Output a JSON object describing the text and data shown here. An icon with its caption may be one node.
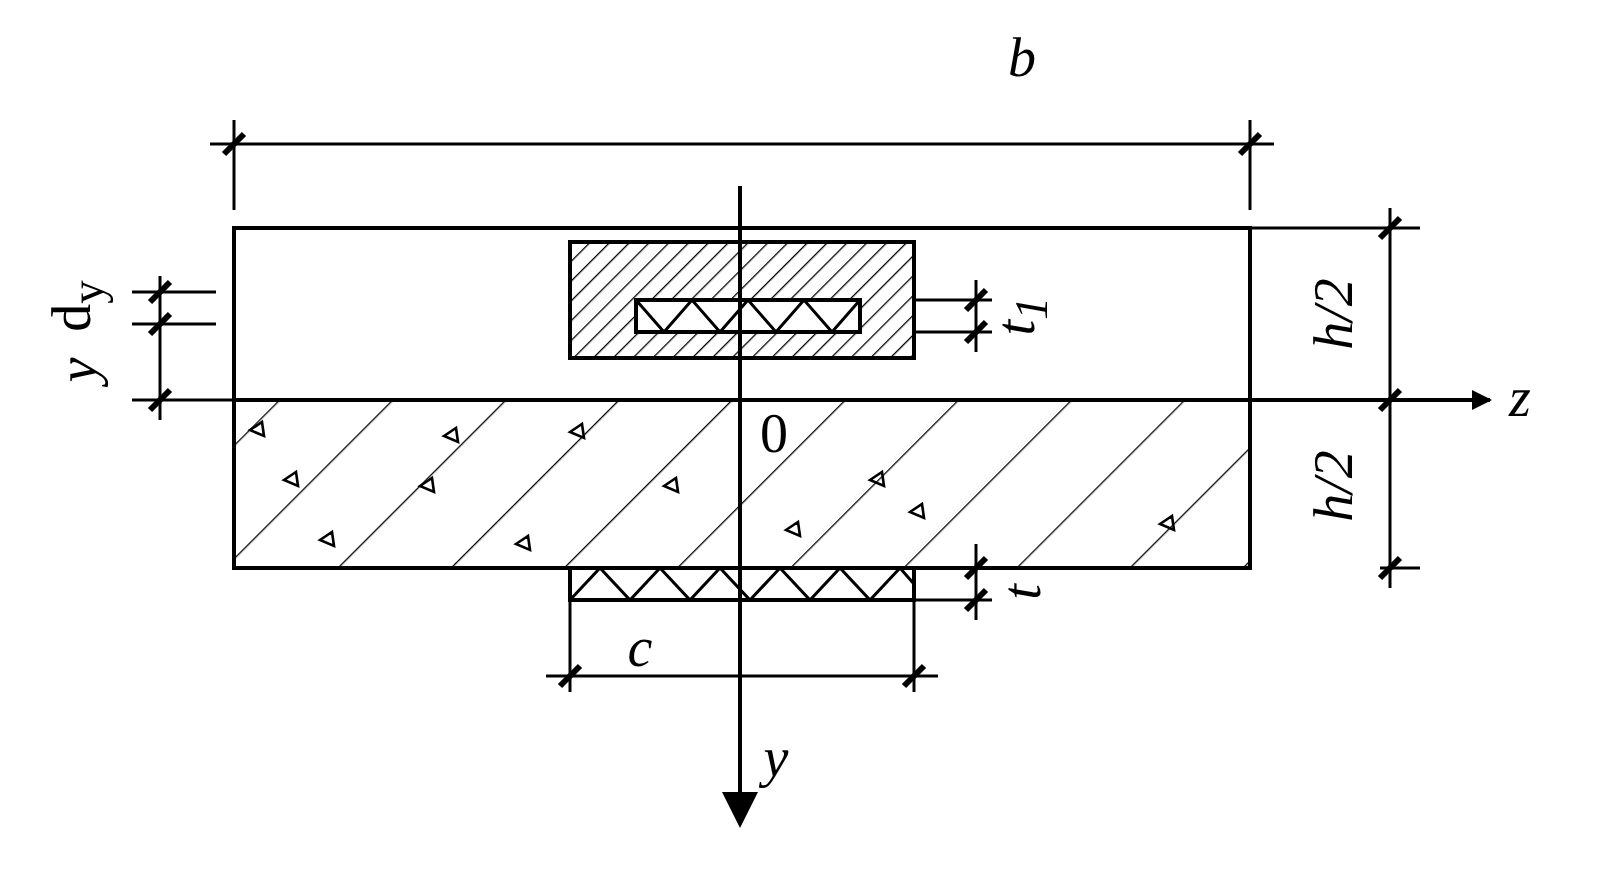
{
  "diagram": {
    "labels": [
      "b",
      "y",
      "d$_{y}$",
      "t$_{1}$",
      "h/2",
      "z",
      "0",
      "h/2",
      "t",
      "c",
      "y"
    ]
  }
}
